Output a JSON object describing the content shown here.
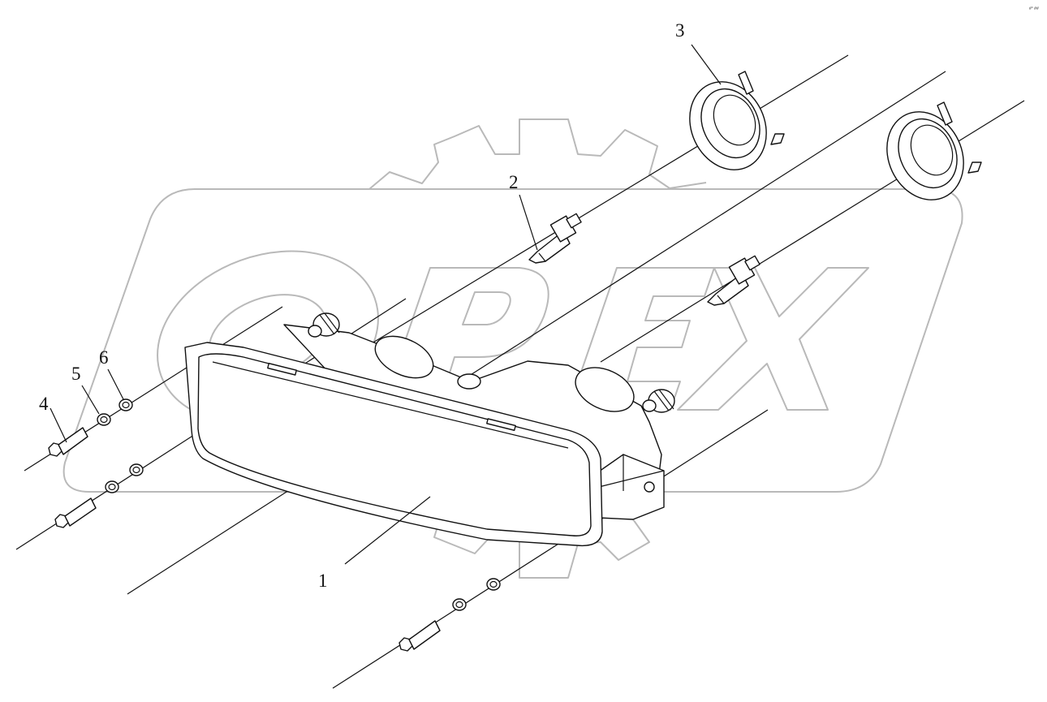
{
  "callouts": {
    "c1": "1",
    "c2": "2",
    "c3": "3",
    "c4": "4",
    "c5": "5",
    "c6": "6"
  },
  "watermark": {
    "text": "OPEX",
    "color": "#b9b9b9"
  },
  "corner_mark": "#° ##",
  "line_color": "#111111"
}
